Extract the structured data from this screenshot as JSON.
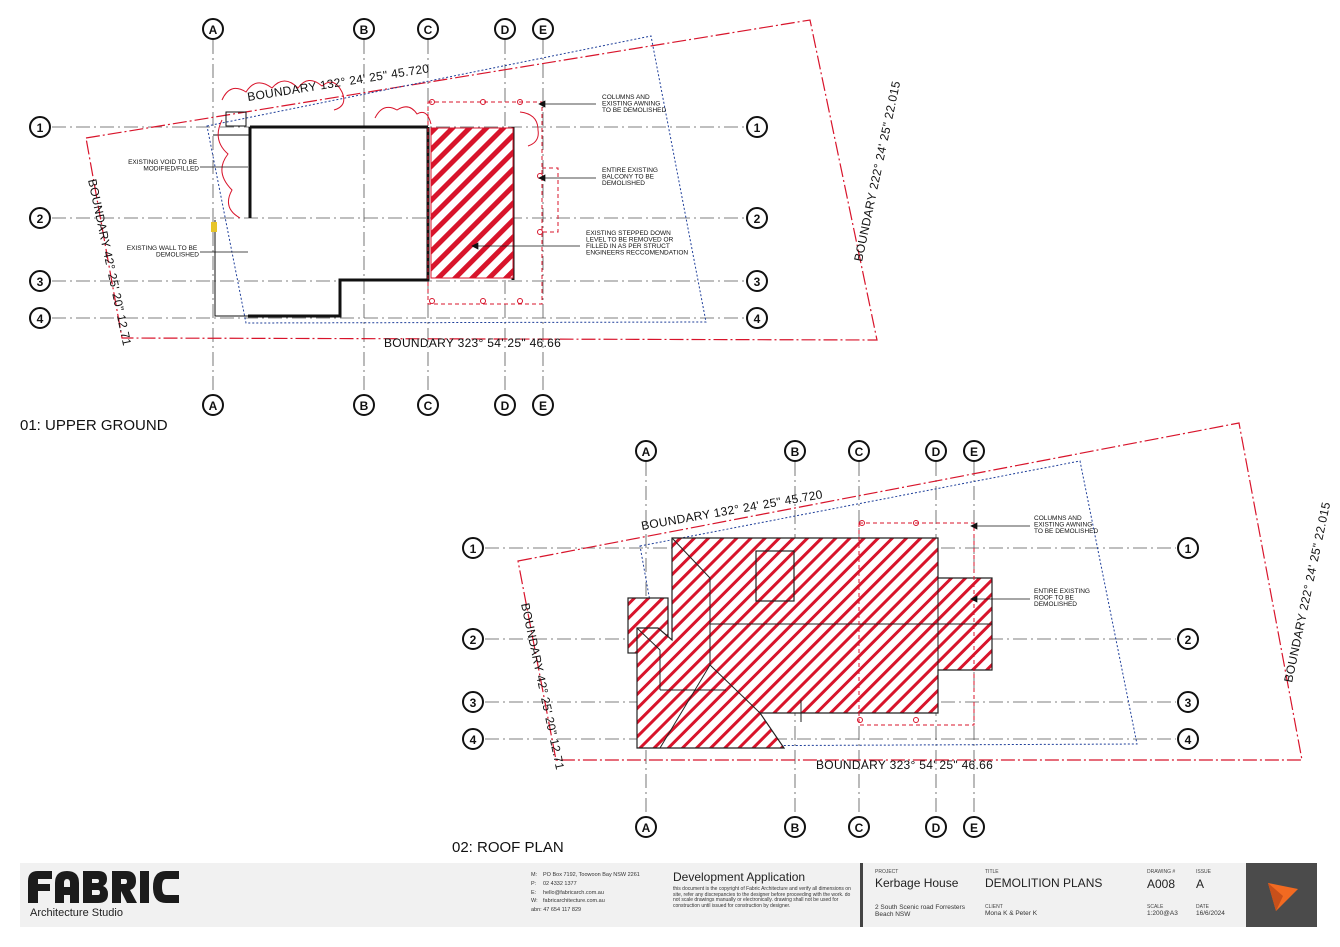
{
  "plan1": {
    "title": "01: UPPER GROUND",
    "boundary_top": "BOUNDARY 132° 24' 25\"   45.720",
    "boundary_bottom": "BOUNDARY 323° 54' 25\"   46.66",
    "boundary_left": "BOUNDARY 42° 25' 20\"   12.71",
    "boundary_right": "BOUNDARY 222° 24' 25\"   22.015",
    "grid_cols": [
      "A",
      "B",
      "C",
      "D",
      "E"
    ],
    "grid_rows": [
      "1",
      "2",
      "3",
      "4"
    ],
    "notes": {
      "columns_awning": [
        "COLUMNS AND",
        "EXISTING AWNING",
        "TO BE DEMOLISHED"
      ],
      "balcony": [
        "ENTIRE EXISTING",
        "BALCONY TO BE",
        "DEMOLISHED"
      ],
      "stepped": [
        "EXISTING STEPPED DOWN",
        "LEVEL TO BE REMOVED OR",
        "FILLED IN AS PER STRUCT",
        "ENGINEERS RECCOMENDATION"
      ],
      "void": [
        "EXISTING VOID TO BE",
        "MODIFIED/FILLED"
      ],
      "wall": [
        "EXISTING WALL TO BE",
        "DEMOLISHED"
      ]
    }
  },
  "plan2": {
    "title": "02: ROOF PLAN",
    "boundary_top": "BOUNDARY 132° 24' 25\"   45.720",
    "boundary_bottom": "BOUNDARY 323° 54' 25\"   46.66",
    "boundary_left": "BOUNDARY 42° 25' 20\"   12.71",
    "boundary_right": "BOUNDARY 222° 24' 25\"   22.015",
    "grid_cols": [
      "A",
      "B",
      "C",
      "D",
      "E"
    ],
    "grid_rows": [
      "1",
      "2",
      "3",
      "4"
    ],
    "notes": {
      "columns_awning": [
        "COLUMNS AND",
        "EXISTING AWNING",
        "TO BE DEMOLISHED"
      ],
      "roof": [
        "ENTIRE EXISTING",
        "ROOF TO BE",
        "DEMOLISHED"
      ]
    }
  },
  "titleblock": {
    "brand": "FABRIC",
    "studio": "Architecture Studio",
    "contact": [
      {
        "k": "M:",
        "v": "PO Box 7192, Toowoon Bay NSW 2261"
      },
      {
        "k": "P:",
        "v": "02 4332 1377"
      },
      {
        "k": "E:",
        "v": "hello@fabricarch.com.au"
      },
      {
        "k": "W:",
        "v": "fabricarchitecture.com.au"
      },
      {
        "k": "",
        "v": "abn: 47 654 117 829"
      }
    ],
    "da_title": "Development Application",
    "da_text": "this document is the copyright of Fabric Architecture and verify all dimensions on site, refer any discrepancies to the designer before proceeding with the work. do not scale drawings manually or electronically. drawing shall not be used for construction until issued for construction by designer.",
    "project_label": "PROJECT",
    "project": "Kerbage House",
    "address": "2 South Scenic road Forresters Beach NSW",
    "title_label": "TITLE",
    "title": "DEMOLITION PLANS",
    "client_label": "CLIENT",
    "client": "Mona K & Peter K",
    "drawing_label": "DRAWING #",
    "drawing": "A008",
    "issue_label": "ISSUE",
    "issue": "A",
    "scale_label": "SCALE",
    "scale": "1:200@A3",
    "date_label": "DATE",
    "date": "16/6/2024"
  },
  "colors": {
    "demolish": "#d8142b",
    "boundary": "#d8142b",
    "setback": "#1f3f9a",
    "arrow": "#f26a21",
    "dark": "#4b4b4b"
  }
}
